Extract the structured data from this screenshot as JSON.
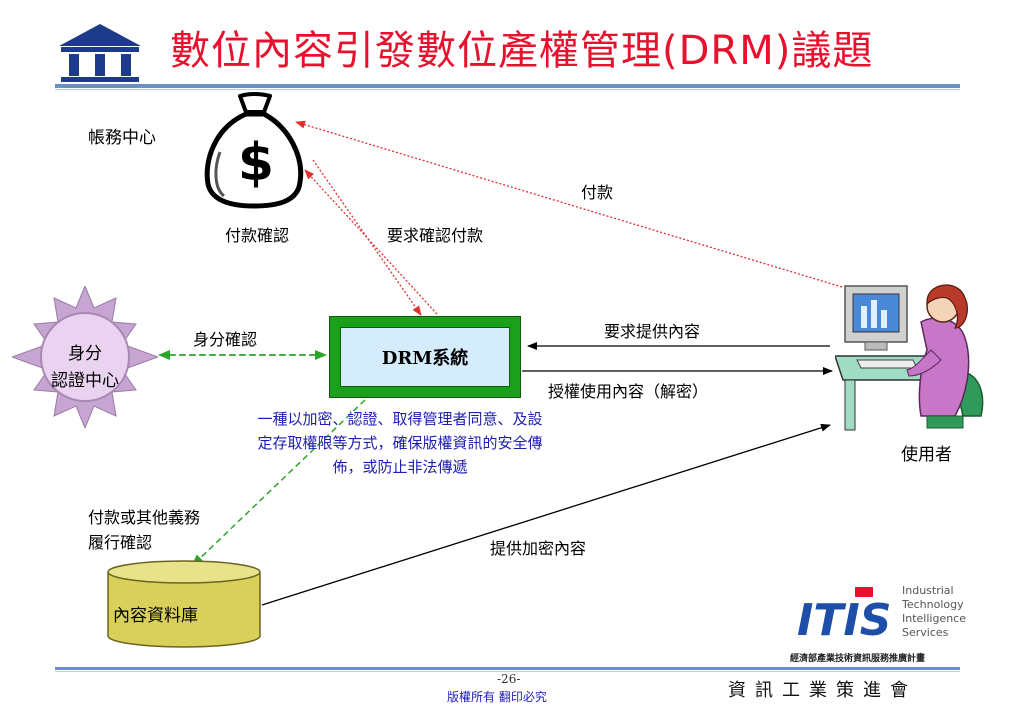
{
  "title": "數位內容引發數位產權管理(DRM)議題",
  "logo": {
    "icon": "institute-pillars-icon"
  },
  "nodes": {
    "billing": {
      "label": "帳務中心",
      "icon": "money-bag-icon",
      "symbol": "$"
    },
    "auth": {
      "line1": "身分",
      "line2": "認證中心",
      "icon": "star-badge-icon"
    },
    "drm": {
      "label": "DRM系統"
    },
    "user": {
      "label": "使用者",
      "icon": "computer-user-icon"
    },
    "database": {
      "label": "內容資料庫",
      "icon": "database-cylinder-icon"
    }
  },
  "edges": {
    "pay": "付款",
    "pay_confirm": "付款確認",
    "request_pay_confirm": "要求確認付款",
    "identity_confirm": "身分確認",
    "request_content": "要求提供內容",
    "authorize_content": "授權使用內容（解密）",
    "pay_other_line1": "付款或其他義務",
    "pay_other_line2": "履行確認",
    "provide_encrypted": "提供加密內容"
  },
  "description": {
    "line1": "一種以加密、認證、取得管理者同意、及設",
    "line2": "定存取權限等方式，確保版權資訊的安全傳",
    "line3": "佈，或防止非法傳遞"
  },
  "branding": {
    "itis_mark": "ITIS",
    "itis_lines": [
      "Industrial",
      "Technology",
      "Intelligence",
      "Services"
    ],
    "itis_sub": "經濟部產業技術資訊服務推廣計畫"
  },
  "footer": {
    "page": "-26-",
    "copyright": "版權所有  翻印必究",
    "org": "資訊工業策進會"
  },
  "colors": {
    "title": "#e8112d",
    "drm_green": "#1ca01c",
    "dashed_green": "#2aa52a",
    "dotted_red": "#e03030",
    "description": "#1d1db0",
    "database": "#d8d05a",
    "auth_badge": "#c9a6d4"
  }
}
